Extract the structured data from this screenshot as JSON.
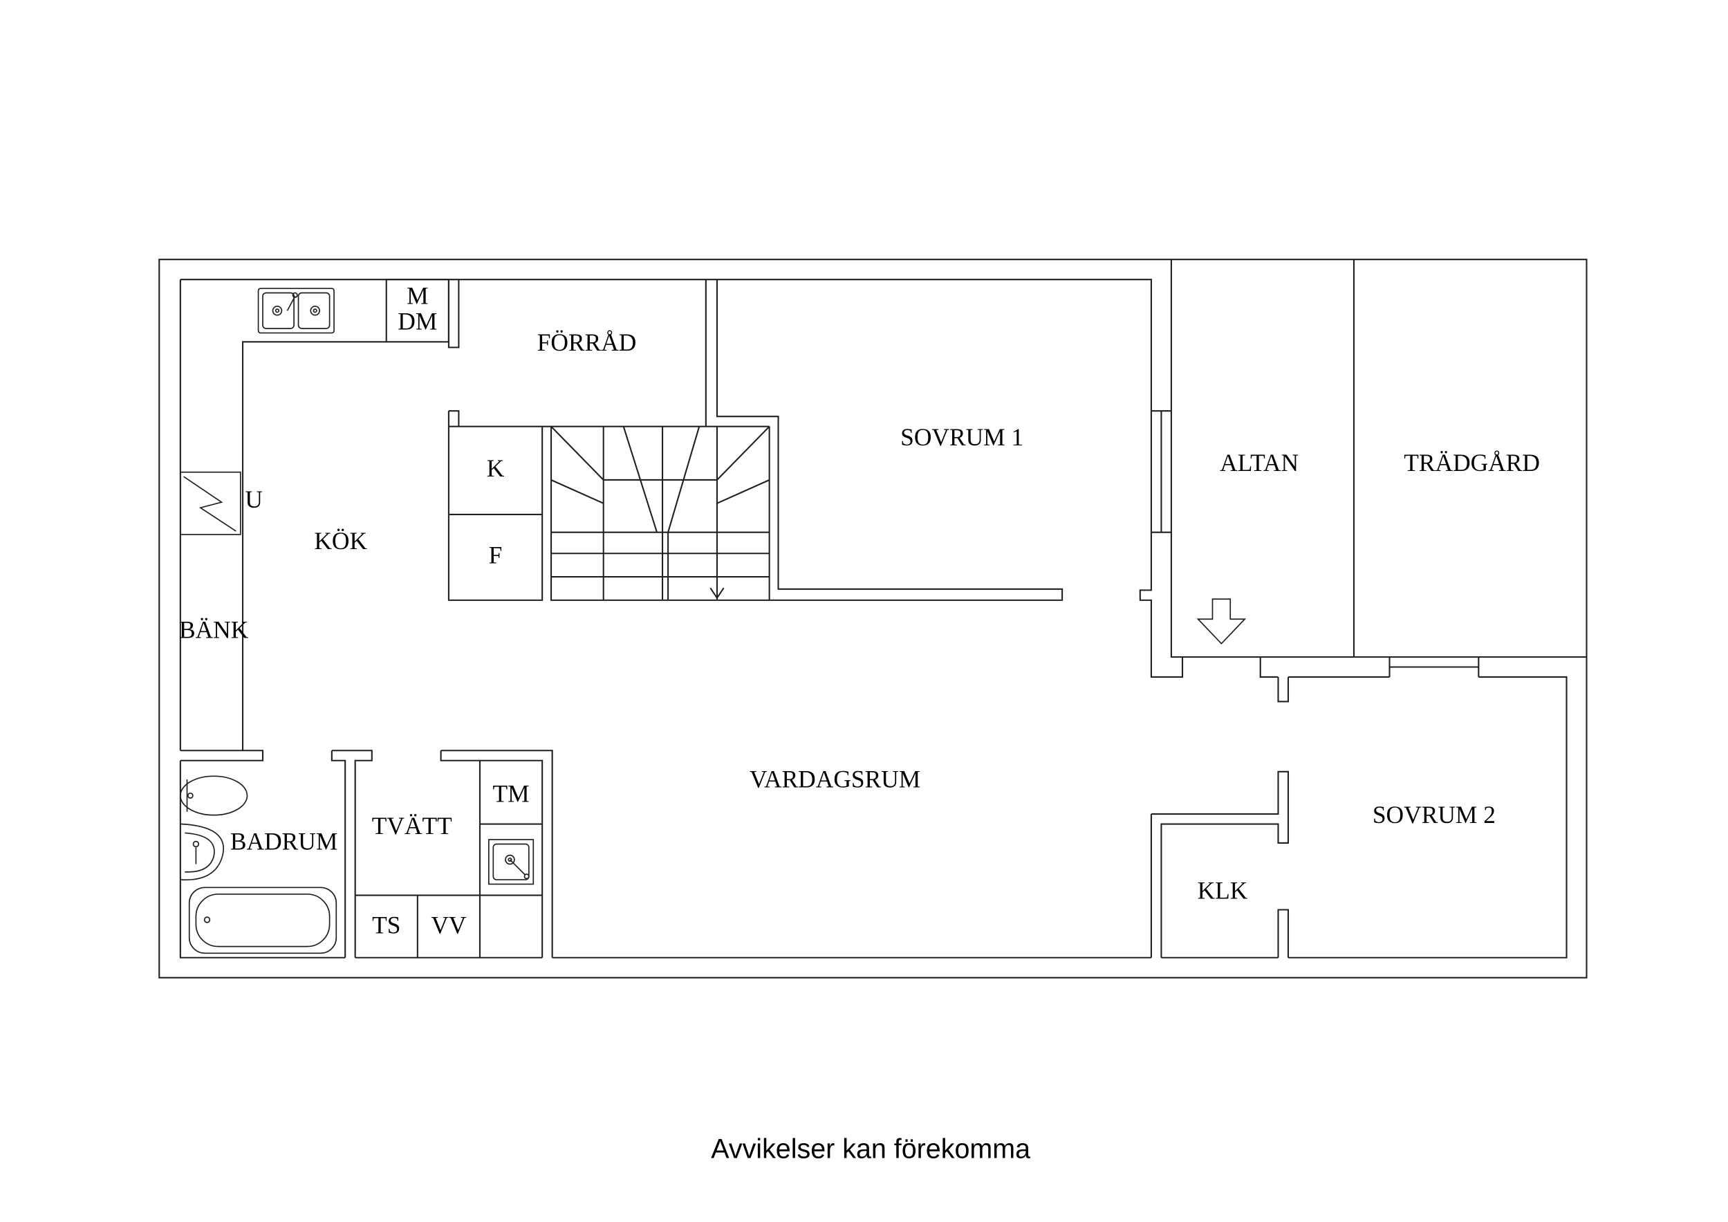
{
  "plan": {
    "rooms": {
      "forrad": "FÖRRÅD",
      "sovrum_1": "SOVRUM 1",
      "altan": "ALTAN",
      "tradgard": "TRÄDGÅRD",
      "kok": "KÖK",
      "bank": "BÄNK",
      "vardagsrum": "VARDAGSRUM",
      "sovrum_2": "SOVRUM 2",
      "tvatt": "TVÄTT",
      "badrum": "BADRUM",
      "klk": "KLK"
    },
    "fixtures": {
      "m": "M",
      "dm": "DM",
      "k": "K",
      "f": "F",
      "u": "U",
      "tm": "TM",
      "ts": "TS",
      "vv": "VV"
    },
    "symbols": [
      "kitchen-sink-icon",
      "stove-icon",
      "staircase-icon",
      "toilet-icon",
      "washbasin-icon",
      "bathtub-icon",
      "utility-sink-icon",
      "entrance-arrow-icon"
    ]
  },
  "footer": {
    "note": "Avvikelser kan förekomma"
  },
  "colors": {
    "line": "#231f20",
    "text": "#000000",
    "background": "#ffffff"
  }
}
